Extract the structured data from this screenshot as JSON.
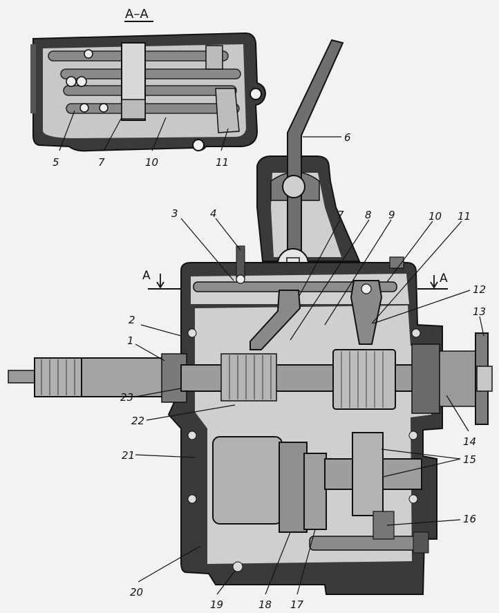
{
  "diagram": {
    "section_title": "А–А",
    "section_markers": {
      "left": "А",
      "right": "А"
    },
    "inset_callouts": [
      "5",
      "7",
      "10",
      "11"
    ],
    "main_callouts": [
      "1",
      "2",
      "3",
      "4",
      "6",
      "7",
      "8",
      "9",
      "10",
      "11",
      "12",
      "13",
      "14",
      "15",
      "16",
      "17",
      "18",
      "19",
      "20",
      "21",
      "22",
      "23"
    ]
  },
  "colors": {
    "casting": "#3a3a3a",
    "casting_light": "#6e6e6e",
    "cavity": "#d9d9d9",
    "metal": "#9a9a9a",
    "background": "#f2f2f2",
    "ink": "#111111"
  }
}
